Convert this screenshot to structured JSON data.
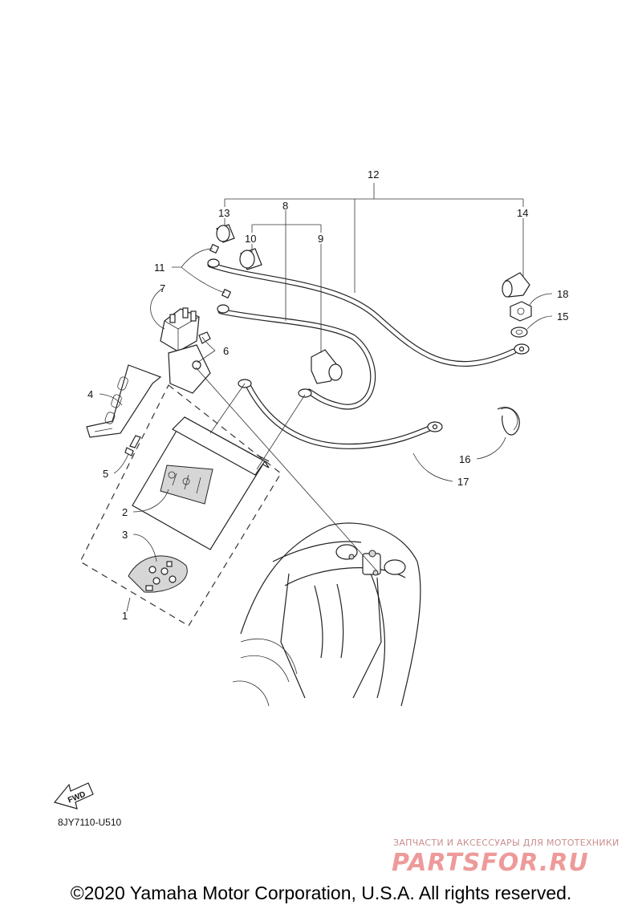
{
  "callouts": {
    "c1": "1",
    "c2": "2",
    "c3": "3",
    "c4": "4",
    "c5": "5",
    "c6": "6",
    "c7": "7",
    "c8": "8",
    "c9": "9",
    "c10": "10",
    "c11": "11",
    "c12": "12",
    "c13": "13",
    "c14": "14",
    "c15": "15",
    "c16": "16",
    "c17": "17",
    "c18": "18"
  },
  "fwd_label": "FWD",
  "diagram_code": "8JY7110-U510",
  "watermark": {
    "tagline": "ЗАПЧАСТИ И АКСЕССУАРЫ ДЛЯ МОТОТЕХНИКИ",
    "logo": "PARTSFOR.RU"
  },
  "copyright": "©2020 Yamaha Motor Corporation, U.S.A. All rights reserved."
}
